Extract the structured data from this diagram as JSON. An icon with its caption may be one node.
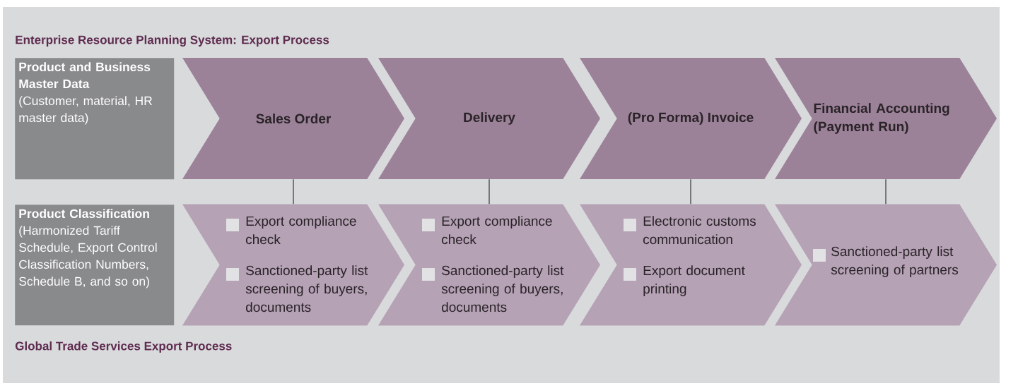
{
  "diagram": {
    "title": "Enterprise Resource Planning System: Export Process",
    "caption": "Global Trade Services Export Process",
    "nodes": [
      {
        "text": [
          "Product and Business Master Data",
          "(Customer, material, HR master data)"
        ]
      },
      {
        "text": [
          "Sales Order"
        ]
      },
      {
        "text": [
          "Delivery"
        ]
      },
      {
        "text": [
          "(Pro Forma) Invoice"
        ]
      },
      {
        "text": [
          "Financial Accounting (Payment Run)"
        ]
      },
      {
        "text": [
          "Product Classification",
          "(Harmonized Tariff Schedule, Export Control Classification Numbers, Schedule B, and so on)"
        ]
      },
      {
        "text": [
          "Export compliance check",
          "Sanctioned-party list screening of buyers, documents"
        ]
      },
      {
        "text": [
          "Export compliance check",
          "Sanctioned-party list screening of buyers, documents"
        ]
      },
      {
        "text": [
          "Electronic customs communication",
          "Export document printing"
        ]
      },
      {
        "text": [
          "Sanctioned-party list screening of partners"
        ]
      }
    ],
    "edges": [
      {
        "from": 1,
        "to": 6,
        "arrow": "none"
      },
      {
        "from": 2,
        "to": 7,
        "arrow": "none"
      },
      {
        "from": 3,
        "to": 8,
        "arrow": "none"
      },
      {
        "from": 4,
        "to": 9,
        "arrow": "none"
      }
    ]
  }
}
